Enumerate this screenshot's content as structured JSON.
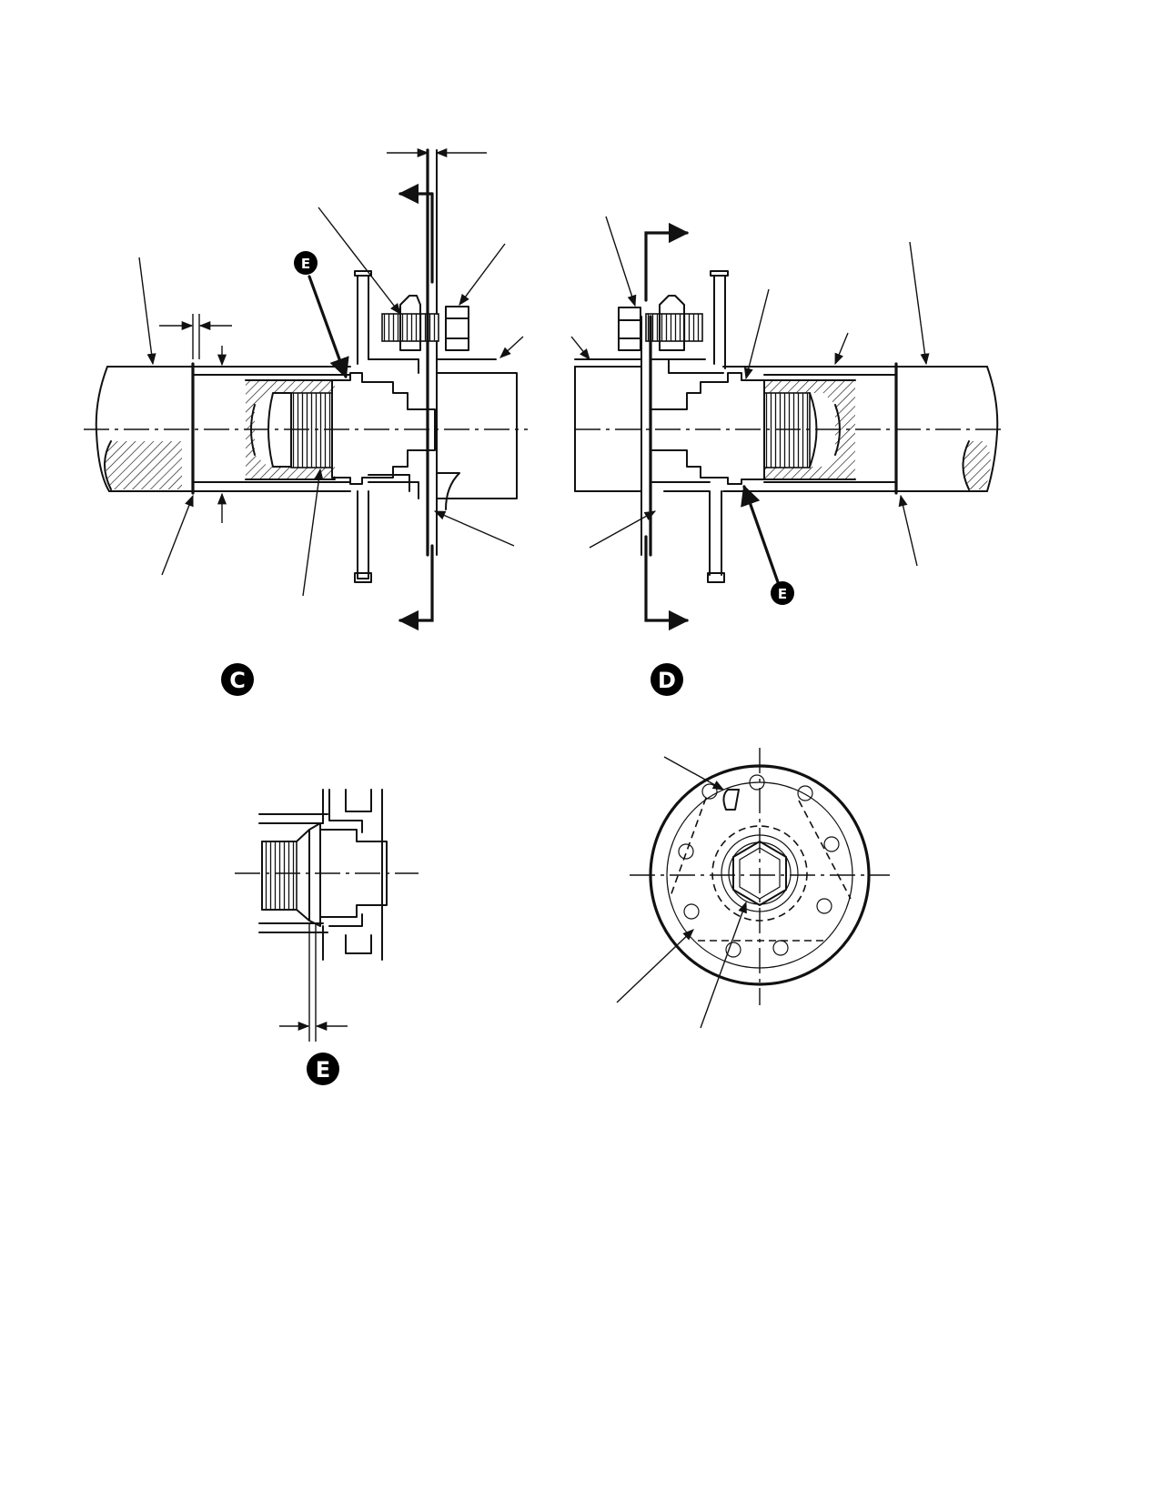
{
  "callouts": {
    "c": "C",
    "d": "D",
    "e": "E",
    "e_ref_c": "E",
    "e_ref_d": "E"
  }
}
